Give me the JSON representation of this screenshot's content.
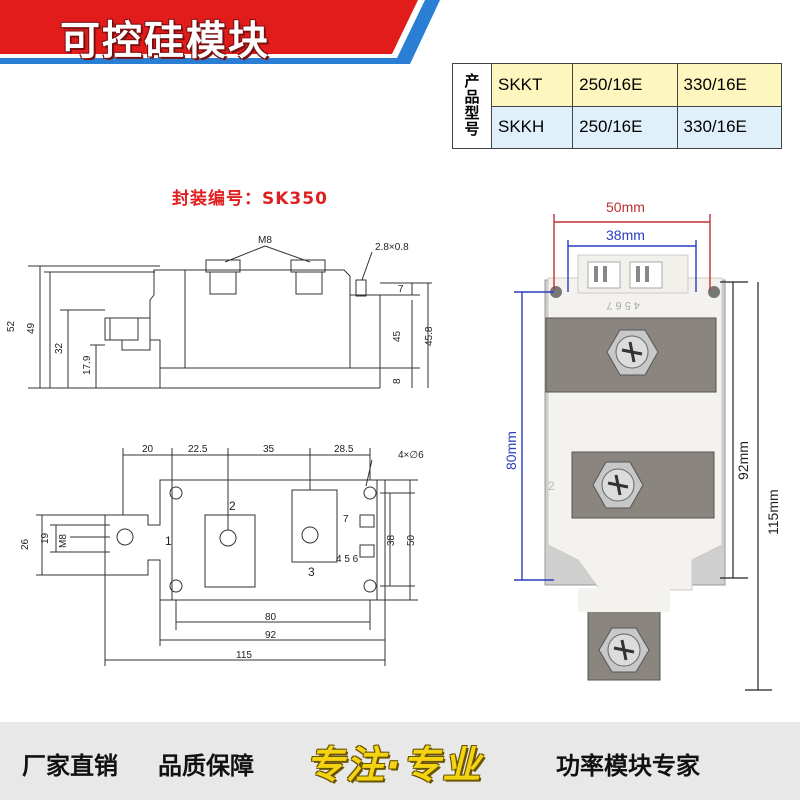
{
  "banner": {
    "title": "可控硅模块",
    "colors": {
      "bg": "#e21b1b",
      "stripe": "#2a7fd4"
    }
  },
  "spec_table": {
    "header": "产品型号",
    "rows": [
      {
        "model": "SKKT",
        "v1": "250/16E",
        "v2": "330/16E"
      },
      {
        "model": "SKKH",
        "v1": "250/16E",
        "v2": "330/16E"
      }
    ]
  },
  "package_label": "封装编号：SK350",
  "drawing": {
    "side": {
      "thread": "M8",
      "pin": "2.8×0.8",
      "dims": {
        "d52": "52",
        "d49": "49",
        "d32": "32",
        "d17_9": "17.9",
        "d7": "7",
        "d45": "45",
        "d45_8": "45.8",
        "d8": "8"
      }
    },
    "top": {
      "dims": {
        "d20": "20",
        "d22_5": "22.5",
        "d35": "35",
        "d28_5": "28.5",
        "holes": "4×∅6",
        "d26": "26",
        "d19": "19",
        "m8": "M8",
        "d38": "38",
        "d50": "50",
        "d80": "80",
        "d92": "92",
        "d115": "115"
      },
      "terminals": {
        "t1": "1",
        "t2": "2",
        "t3": "3",
        "pins_a": "7",
        "pins_b": "4 5 6"
      }
    }
  },
  "photo": {
    "dims": {
      "d50mm": "50mm",
      "d38mm": "38mm",
      "d80mm": "80mm",
      "d92mm": "92mm",
      "d115mm": "115mm"
    },
    "marks": {
      "pins": "4 5 6 7",
      "t2": "2"
    }
  },
  "footer": {
    "left1": "厂家直销",
    "left2": "品质保障",
    "slogan": "专注·专业",
    "right": "功率模块专家"
  }
}
